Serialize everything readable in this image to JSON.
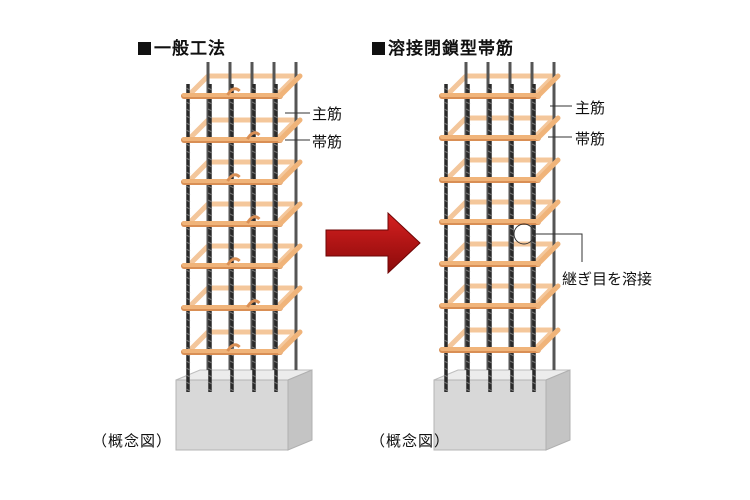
{
  "left_panel": {
    "title": "一般工法",
    "label_main": "主筋",
    "label_hoop": "帯筋",
    "caption": "（概念図）"
  },
  "right_panel": {
    "title": "溶接閉鎖型帯筋",
    "label_main": "主筋",
    "label_hoop": "帯筋",
    "label_weld": "継ぎ目を溶接",
    "caption": "（概念図）"
  },
  "colors": {
    "hoop": "#f0b47a",
    "hoop_shadow": "#d98f55",
    "rebar": "#2a2a2a",
    "base": "#d8d8d8",
    "arrow": "#b01010"
  }
}
